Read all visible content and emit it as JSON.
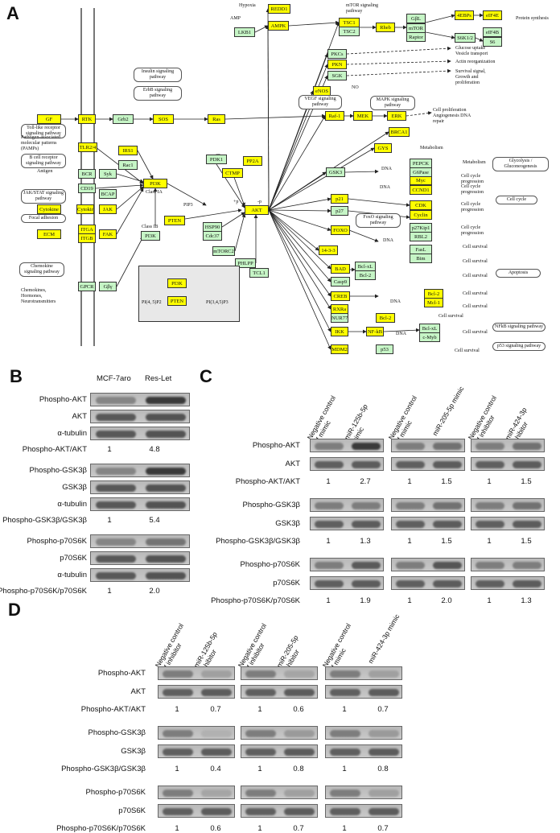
{
  "panels": {
    "A": "A",
    "B": "B",
    "C": "C",
    "D": "D"
  },
  "pathway": {
    "yellow_nodes": [
      {
        "id": "GF",
        "t": "GF"
      },
      {
        "id": "RTK",
        "t": "RTK"
      },
      {
        "id": "SOS",
        "t": "SOS"
      },
      {
        "id": "Ras",
        "t": "Ras"
      },
      {
        "id": "TLR2",
        "t": "TLR2/4"
      },
      {
        "id": "IRS1",
        "t": "IRS1"
      },
      {
        "id": "Cytokine",
        "t": "Cytokine"
      },
      {
        "id": "CytR",
        "t": "CytokineR"
      },
      {
        "id": "JAK",
        "t": "JAK"
      },
      {
        "id": "ECM",
        "t": "ECM"
      },
      {
        "id": "ITGA",
        "t": "ITGA"
      },
      {
        "id": "ITGB",
        "t": "ITGB"
      },
      {
        "id": "FAK",
        "t": "FAK"
      },
      {
        "id": "PI3K",
        "t": "PI3K"
      },
      {
        "id": "PTEN",
        "t": "PTEN"
      },
      {
        "id": "AKT",
        "t": "AKT"
      },
      {
        "id": "CTMP",
        "t": "CTMP"
      },
      {
        "id": "PP2A",
        "t": "PP2A"
      },
      {
        "id": "REDD1",
        "t": "REDD1"
      },
      {
        "id": "AMPK",
        "t": "AMPK"
      },
      {
        "id": "TSC1",
        "t": "TSC1"
      },
      {
        "id": "Rheb",
        "t": "Rheb"
      },
      {
        "id": "4EBP",
        "t": "4EBPs"
      },
      {
        "id": "eIF4E",
        "t": "eIF4E"
      },
      {
        "id": "PKN",
        "t": "PKN"
      },
      {
        "id": "eNOS",
        "t": "eNOS"
      },
      {
        "id": "Raf1",
        "t": "Raf-1"
      },
      {
        "id": "MEK",
        "t": "MEK"
      },
      {
        "id": "ERK",
        "t": "ERK"
      },
      {
        "id": "BRCA1",
        "t": "BRCA1"
      },
      {
        "id": "GYS",
        "t": "GYS"
      },
      {
        "id": "Myc",
        "t": "Myc"
      },
      {
        "id": "CCND1",
        "t": "CCND1"
      },
      {
        "id": "p21",
        "t": "p21"
      },
      {
        "id": "CDK",
        "t": "CDK"
      },
      {
        "id": "Cyclin",
        "t": "Cyclin"
      },
      {
        "id": "FOXO",
        "t": "FOXO"
      },
      {
        "id": "1433",
        "t": "14-3-3"
      },
      {
        "id": "BAD",
        "t": "BAD"
      },
      {
        "id": "CREB",
        "t": "CREB"
      },
      {
        "id": "RXRa",
        "t": "RXRa"
      },
      {
        "id": "IKK",
        "t": "IKK"
      },
      {
        "id": "NFkB",
        "t": "NF-kB"
      },
      {
        "id": "MDM2",
        "t": "MDM2"
      },
      {
        "id": "Bcl2a",
        "t": "Bcl-2"
      },
      {
        "id": "Mcl1",
        "t": "Mcl-1"
      },
      {
        "id": "Bcl2b",
        "t": "Bcl-2"
      }
    ],
    "green_nodes": [
      {
        "id": "Grb2",
        "t": "Grb2"
      },
      {
        "id": "Rac1",
        "t": "Rac1"
      },
      {
        "id": "BCR",
        "t": "BCR"
      },
      {
        "id": "Syk",
        "t": "Syk"
      },
      {
        "id": "CD19",
        "t": "CD19"
      },
      {
        "id": "BCAP",
        "t": "BCAP"
      },
      {
        "id": "GPCR",
        "t": "GPCR"
      },
      {
        "id": "Gby",
        "t": "Gβγ"
      },
      {
        "id": "PI3K2",
        "t": "PI3K"
      },
      {
        "id": "PDK1",
        "t": "PDK1"
      },
      {
        "id": "HSP90",
        "t": "HSP90"
      },
      {
        "id": "Cdc37",
        "t": "Cdc37"
      },
      {
        "id": "mTORC2",
        "t": "mTORC2"
      },
      {
        "id": "PHLPP",
        "t": "PHLPP"
      },
      {
        "id": "TCL1",
        "t": "TCL1"
      },
      {
        "id": "LKB1",
        "t": "LKB1"
      },
      {
        "id": "TSC2",
        "t": "TSC2"
      },
      {
        "id": "GbL",
        "t": "GβL"
      },
      {
        "id": "mTOR",
        "t": "mTOR"
      },
      {
        "id": "Raptor",
        "t": "Raptor"
      },
      {
        "id": "S6K",
        "t": "S6K1/2"
      },
      {
        "id": "eIF4B",
        "t": "eIF4B"
      },
      {
        "id": "S6",
        "t": "S6"
      },
      {
        "id": "PKCs",
        "t": "PKCs"
      },
      {
        "id": "SGK",
        "t": "SGK"
      },
      {
        "id": "GSK3",
        "t": "GSK3"
      },
      {
        "id": "PEPCK",
        "t": "PEPCK"
      },
      {
        "id": "G6Pase",
        "t": "G6Pase"
      },
      {
        "id": "p27",
        "t": "p27"
      },
      {
        "id": "p27Kip1",
        "t": "p27Kip1"
      },
      {
        "id": "RBL2",
        "t": "RBL2"
      },
      {
        "id": "FasL",
        "t": "FasL"
      },
      {
        "id": "Bim",
        "t": "Bim"
      },
      {
        "id": "BclxL",
        "t": "Bcl-xL"
      },
      {
        "id": "Bcl2c",
        "t": "Bcl-2"
      },
      {
        "id": "Casp9",
        "t": "Casp9"
      },
      {
        "id": "NUR77",
        "t": "NUR77"
      },
      {
        "id": "BclxL2",
        "t": "Bcl-xL"
      },
      {
        "id": "cMyb",
        "t": "c-Myb"
      },
      {
        "id": "p53",
        "t": "p53"
      }
    ],
    "pathway_boxes": [
      {
        "id": "insulin",
        "t": "Insulin signaling pathway"
      },
      {
        "id": "erbb",
        "t": "ErbB signaling pathway"
      },
      {
        "id": "toll",
        "t": "Toll-like receptor signaling pathway"
      },
      {
        "id": "bcell",
        "t": "B cell receptor signaling pathway"
      },
      {
        "id": "jakstat",
        "t": "JAK/STAT signaling pathway"
      },
      {
        "id": "focal",
        "t": "Focal adhesion"
      },
      {
        "id": "chemokine",
        "t": "Chemokine signaling pathway"
      },
      {
        "id": "vegf",
        "t": "VEGF signaling pathway"
      },
      {
        "id": "mapk",
        "t": "MAPK signaling pathway"
      },
      {
        "id": "glyco",
        "t": "Glycolysis / Gluconeogenesis"
      },
      {
        "id": "cellcycle",
        "t": "Cell cycle"
      },
      {
        "id": "apoptosis",
        "t": "Apoptosis"
      },
      {
        "id": "nfkb",
        "t": "NFkB signaling pathway"
      },
      {
        "id": "p53path",
        "t": "p53 signaling pathway"
      },
      {
        "id": "foxo",
        "t": "FoxO signaling pathway"
      }
    ],
    "texts": [
      {
        "id": "hypoxia",
        "t": "Hypoxia"
      },
      {
        "id": "amp",
        "t": "AMP"
      },
      {
        "id": "mtorpath",
        "t": "mTOR signaling pathway"
      },
      {
        "id": "protsyn",
        "t": "Protein synthesis"
      },
      {
        "id": "glucose",
        "t": "Glucose uptake Vesicle transport"
      },
      {
        "id": "actin",
        "t": "Actin reorganization"
      },
      {
        "id": "survival1",
        "t": "Survival signal, Growth and proliferation"
      },
      {
        "id": "no",
        "t": "NO"
      },
      {
        "id": "prolif",
        "t": "Cell proliferation Angiogenesis DNA repair"
      },
      {
        "id": "metab1",
        "t": "Metabolism"
      },
      {
        "id": "metab2",
        "t": "Metabolism"
      },
      {
        "id": "ccp1",
        "t": "Cell cycle progression"
      },
      {
        "id": "ccp2",
        "t": "Cell cycle progression"
      },
      {
        "id": "ccp3",
        "t": "Cell cycle progression"
      },
      {
        "id": "ccp4",
        "t": "Cell cycle progression"
      },
      {
        "id": "cs1",
        "t": "Cell survival"
      },
      {
        "id": "cs2",
        "t": "Cell survival"
      },
      {
        "id": "cs3",
        "t": "Cell survival"
      },
      {
        "id": "cs4",
        "t": "Cell survival"
      },
      {
        "id": "cs5",
        "t": "Cell survival"
      },
      {
        "id": "cs6",
        "t": "Cell survival"
      },
      {
        "id": "cs7",
        "t": "Cell survival"
      },
      {
        "id": "cs8",
        "t": "Cell survival"
      },
      {
        "id": "dna1",
        "t": "DNA"
      },
      {
        "id": "dna2",
        "t": "DNA"
      },
      {
        "id": "dna3",
        "t": "DNA"
      },
      {
        "id": "dna4",
        "t": "DNA"
      },
      {
        "id": "dna5",
        "t": "DNA"
      },
      {
        "id": "pamps",
        "t": "Pathogen-associated molecular patterns (PAMPs)"
      },
      {
        "id": "antigen",
        "t": "Antigen"
      },
      {
        "id": "chemo",
        "t": "Chemokines, Hormones, Neurotransmitters"
      },
      {
        "id": "classia",
        "t": "Class IA"
      },
      {
        "id": "classib",
        "t": "Class IB"
      },
      {
        "id": "pip3",
        "t": "PIP3"
      },
      {
        "id": "pi45",
        "t": "PI(4, 5)P2"
      },
      {
        "id": "pi345",
        "t": "PI(3,4,5)P3"
      },
      {
        "id": "plusp",
        "t": "+p"
      },
      {
        "id": "minusp",
        "t": "-p"
      }
    ]
  },
  "panel_b": {
    "columns": [
      "MCF-7aro",
      "Res-Let"
    ],
    "groups": [
      {
        "rows": [
          "Phospho-AKT",
          "AKT",
          "α-tubulin"
        ],
        "ratio_label": "Phospho-AKT/AKT",
        "ratios": [
          "1",
          "4.8"
        ]
      },
      {
        "rows": [
          "Phospho-GSK3β",
          "GSK3β",
          "α-tubulin"
        ],
        "ratio_label": "Phospho-GSK3β/GSK3β",
        "ratios": [
          "1",
          "5.4"
        ]
      },
      {
        "rows": [
          "Phospho-p70S6K",
          "p70S6K",
          "α-tubulin"
        ],
        "ratio_label": "Phospho-p70S6K/p70S6K",
        "ratios": [
          "1",
          "2.0"
        ]
      }
    ]
  },
  "panel_c": {
    "columns": [
      "Negative control of mimic",
      "miR-125b-5p mimic",
      "Negative control of mimic",
      "miR-205-5p mimic",
      "Negative control of inhibitor",
      "miR-424-3p inhibitor"
    ],
    "groups": [
      {
        "rows": [
          "Phospho-AKT",
          "AKT"
        ],
        "ratio_label": "Phospho-AKT/AKT",
        "ratios": [
          "1",
          "2.7",
          "1",
          "1.5",
          "1",
          "1.5"
        ]
      },
      {
        "rows": [
          "Phospho-GSK3β",
          "GSK3β"
        ],
        "ratio_label": "Phospho-GSK3β/GSK3β",
        "ratios": [
          "1",
          "1.3",
          "1",
          "1.5",
          "1",
          "1.5"
        ]
      },
      {
        "rows": [
          "Phospho-p70S6K",
          "p70S6K"
        ],
        "ratio_label": "Phospho-p70S6K/p70S6K",
        "ratios": [
          "1",
          "1.9",
          "1",
          "2.0",
          "1",
          "1.3"
        ]
      }
    ]
  },
  "panel_d": {
    "columns": [
      "Negative control of inhibitor",
      "miR-125b-5p inhibitor",
      "Negative control of inhibitor",
      "miR-205-5p inhibitor",
      "Negative control of mimic",
      "miR-424-3p mimic"
    ],
    "groups": [
      {
        "rows": [
          "Phospho-AKT",
          "AKT"
        ],
        "ratio_label": "Phospho-AKT/AKT",
        "ratios": [
          "1",
          "0.7",
          "1",
          "0.6",
          "1",
          "0.7"
        ]
      },
      {
        "rows": [
          "Phospho-GSK3β",
          "GSK3β"
        ],
        "ratio_label": "Phospho-GSK3β/GSK3β",
        "ratios": [
          "1",
          "0.4",
          "1",
          "0.8",
          "1",
          "0.8"
        ]
      },
      {
        "rows": [
          "Phospho-p70S6K",
          "p70S6K"
        ],
        "ratio_label": "Phospho-p70S6K/p70S6K",
        "ratios": [
          "1",
          "0.6",
          "1",
          "0.7",
          "1",
          "0.7"
        ]
      }
    ]
  },
  "colors": {
    "gene_yellow": "#ffff00",
    "gene_green": "#c6f5c6",
    "blot_bg": "#c2c2c2",
    "band": "#3a3a3a"
  }
}
